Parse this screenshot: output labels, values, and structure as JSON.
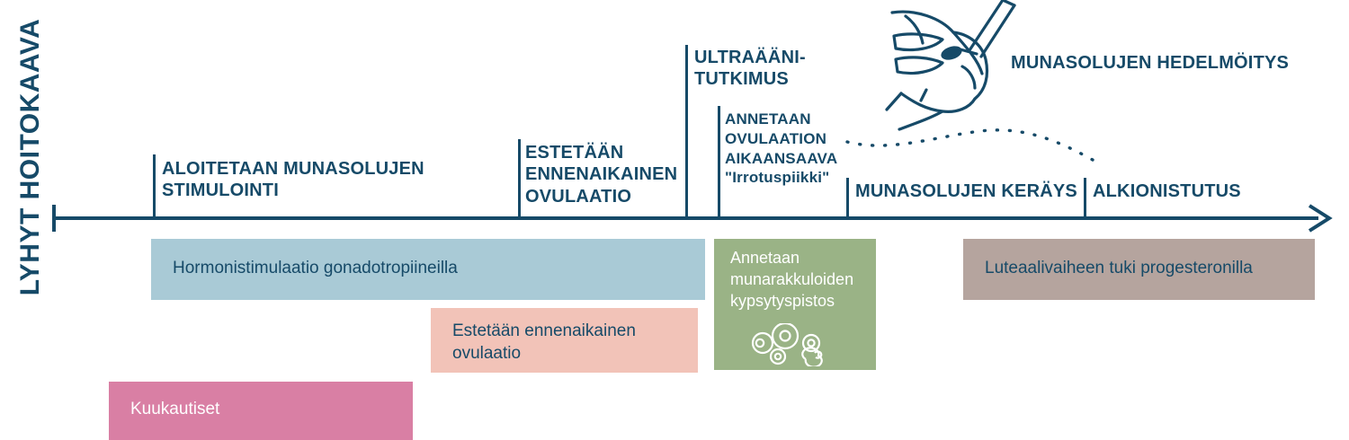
{
  "diagram": {
    "vertical_title": "LYHYT HOITOKAAVA",
    "colors": {
      "ink": "#164A68",
      "bar_blue": "#a9cad6",
      "bar_salmon": "#f2c3b8",
      "bar_green": "#9ab386",
      "bar_taupe": "#b5a49e",
      "bar_pink": "#d97fa4"
    }
  },
  "milestones": [
    {
      "id": "stimulation-start",
      "label": "ALOITETAAN MUNASOLUJEN\nSTIMULOINTI"
    },
    {
      "id": "prevent-ovulation",
      "label": "ESTETÄÄN\nENNENAIKAINEN\nOVULAATIO"
    },
    {
      "id": "ultrasound",
      "label": "ULTRAÄÄNI-\nTUTKIMUS"
    },
    {
      "id": "trigger-shot",
      "label": "ANNETAAN\nOVULAATION\nAIKAANSAAVA\n\"Irrotuspiikki\""
    },
    {
      "id": "egg-retrieval",
      "label": "MUNASOLUJEN KERÄYS"
    },
    {
      "id": "embryo-transfer",
      "label": "ALKIONISTUTUS"
    },
    {
      "id": "fertilization",
      "label": "MUNASOLUJEN HEDELMÖITYS"
    }
  ],
  "phase_bars": [
    {
      "id": "hormone-stimulation",
      "label": "Hormonistimulaatio gonadotropiineilla",
      "color": "#a9cad6",
      "text_color": "dark"
    },
    {
      "id": "prevent-premature-ovulation",
      "label": "Estetään ennenaikainen\novulaatio",
      "color": "#f2c3b8",
      "text_color": "dark"
    },
    {
      "id": "follicle-maturation-shot",
      "label": "Annetaan\nmunarakkuloiden\nkypsytyspistos",
      "color": "#9ab386",
      "text_color": "light"
    },
    {
      "id": "luteal-support",
      "label": "Luteaalivaiheen tuki progesteronilla",
      "color": "#b5a49e",
      "text_color": "dark"
    },
    {
      "id": "menstruation",
      "label": "Kuukautiset",
      "color": "#d97fa4",
      "text_color": "light"
    }
  ],
  "icons": {
    "hand_pipette": "hand-holding-pipette-icon",
    "follicle_cluster": "follicle-cluster-icon",
    "timeline_arrow": "arrow-right-icon"
  }
}
